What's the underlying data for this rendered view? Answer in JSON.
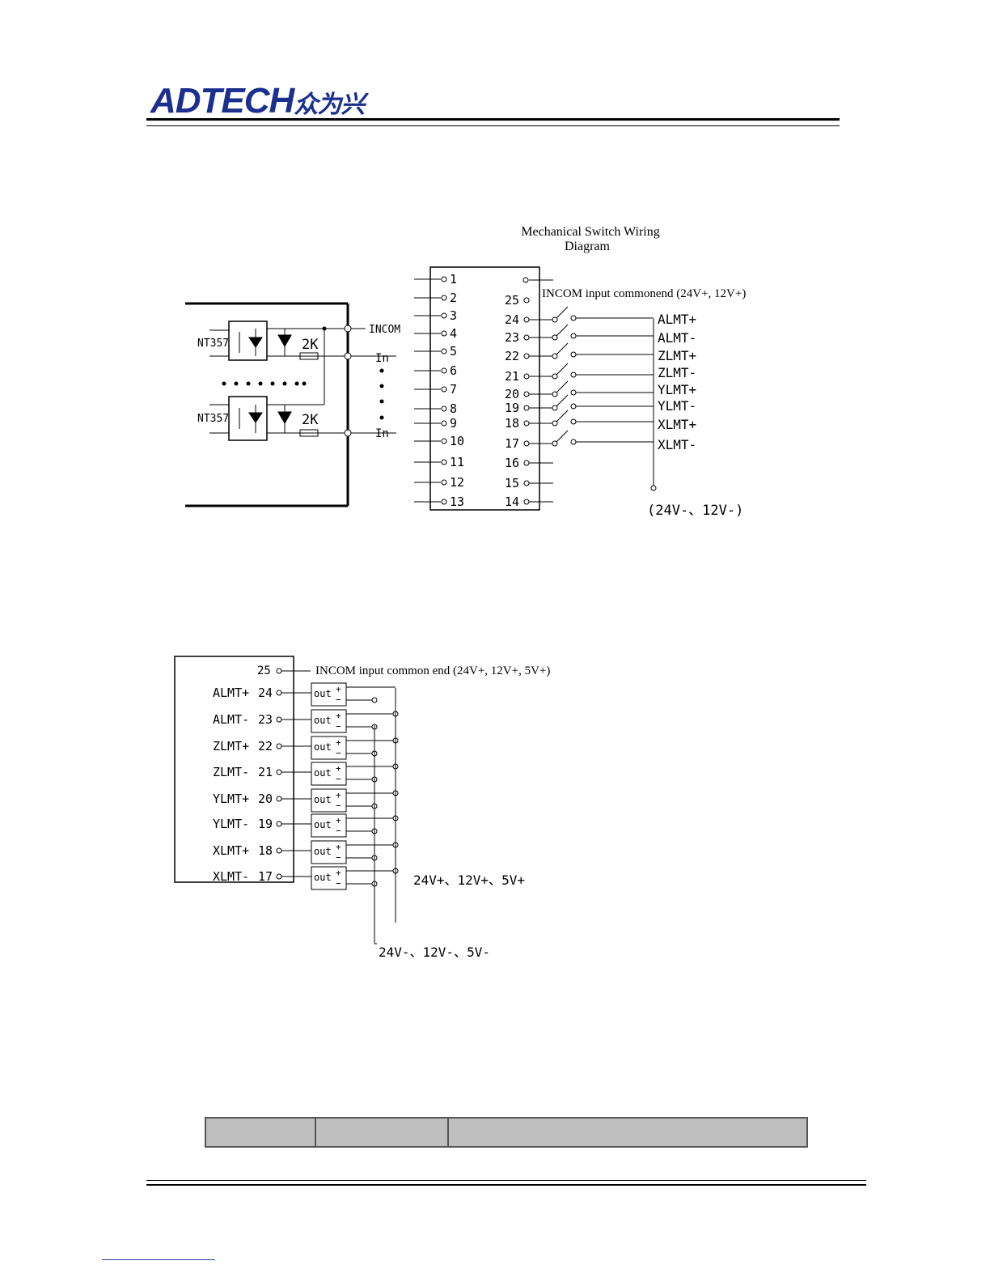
{
  "header": {
    "logo_latin": "ADTECH",
    "logo_cn": "众为兴"
  },
  "diagram1": {
    "title_line1": "Mechanical Switch Wiring",
    "title_line2": "Diagram",
    "optocoupler_label": "NT357",
    "resistor_label": "2K",
    "incom_label": "INCOM",
    "in_label": "In",
    "left_pins": [
      "1",
      "2",
      "3",
      "4",
      "5",
      "6",
      "7",
      "8",
      "9",
      "10",
      "11",
      "12",
      "13"
    ],
    "right_pins": [
      "25",
      "24",
      "23",
      "22",
      "21",
      "20",
      "19",
      "18",
      "17",
      "16",
      "15",
      "14"
    ],
    "incom_note": "INCOM input commonend (24V+, 12V+)",
    "signals": [
      "ALMT+",
      "ALMT-",
      "ZLMT+",
      "ZLMT-",
      "YLMT+",
      "YLMT-",
      "XLMT+",
      "XLMT-"
    ],
    "ground_note": "(24V-、12V-)"
  },
  "diagram2": {
    "incom_pin": "25",
    "incom_note": "INCOM input common end (24V+, 12V+, 5V+)",
    "signals": [
      {
        "name": "ALMT+",
        "pin": "24"
      },
      {
        "name": "ALMT-",
        "pin": "23"
      },
      {
        "name": "ZLMT+",
        "pin": "22"
      },
      {
        "name": "ZLMT-",
        "pin": "21"
      },
      {
        "name": "YLMT+",
        "pin": "20"
      },
      {
        "name": "YLMT-",
        "pin": "19"
      },
      {
        "name": "XLMT+",
        "pin": "18"
      },
      {
        "name": "XLMT-",
        "pin": "17"
      }
    ],
    "out_label": "out",
    "plus_sign": "+",
    "minus_sign": "−",
    "supply_positive": "24V+、12V+、5V+",
    "supply_negative": "24V-、12V-、5V-"
  }
}
